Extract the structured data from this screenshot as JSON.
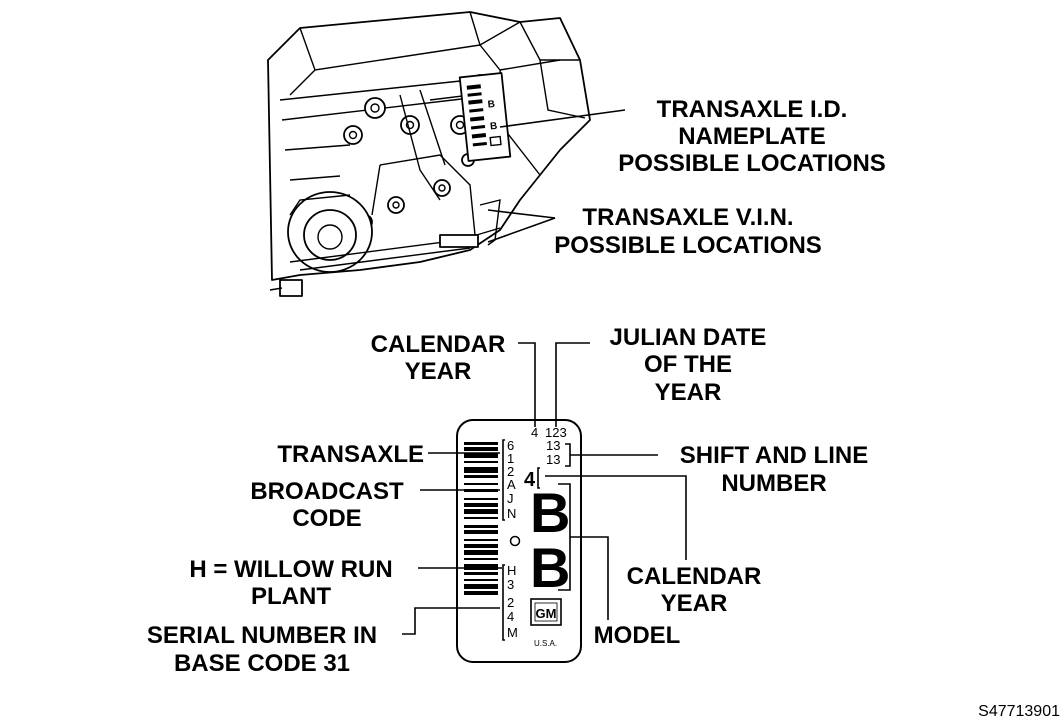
{
  "callouts": {
    "id_nameplate": [
      "TRANSAXLE I.D.",
      "NAMEPLATE",
      "POSSIBLE LOCATIONS"
    ],
    "vin": [
      "TRANSAXLE V.I.N.",
      "POSSIBLE LOCATIONS"
    ],
    "calendar_year_top": [
      "CALENDAR",
      "YEAR"
    ],
    "julian_date": [
      "JULIAN DATE",
      "OF THE",
      "YEAR"
    ],
    "transaxle": "TRANSAXLE",
    "broadcast_code": [
      "BROADCAST",
      "CODE"
    ],
    "willow_run": [
      "H = WILLOW RUN",
      "PLANT"
    ],
    "serial_number": [
      "SERIAL NUMBER IN",
      "BASE CODE 31"
    ],
    "shift_line": [
      "SHIFT AND LINE",
      "NUMBER"
    ],
    "calendar_year_right": [
      "CALENDAR",
      "YEAR"
    ],
    "model": "MODEL"
  },
  "plate": {
    "top_year": "4",
    "top_julian": "123",
    "shift_line_1": "13",
    "shift_line_2": "13",
    "year_digit": "4",
    "model_letter_1": "B",
    "model_letter_2": "B",
    "broadcast_chars": [
      "6",
      "1",
      "2",
      "A",
      "J",
      "N"
    ],
    "serial_chars": [
      "H",
      "3",
      "2",
      "4",
      "M"
    ],
    "gm_logo_text": "GM",
    "country": "U.S.A."
  },
  "reference_number": "S47713901"
}
